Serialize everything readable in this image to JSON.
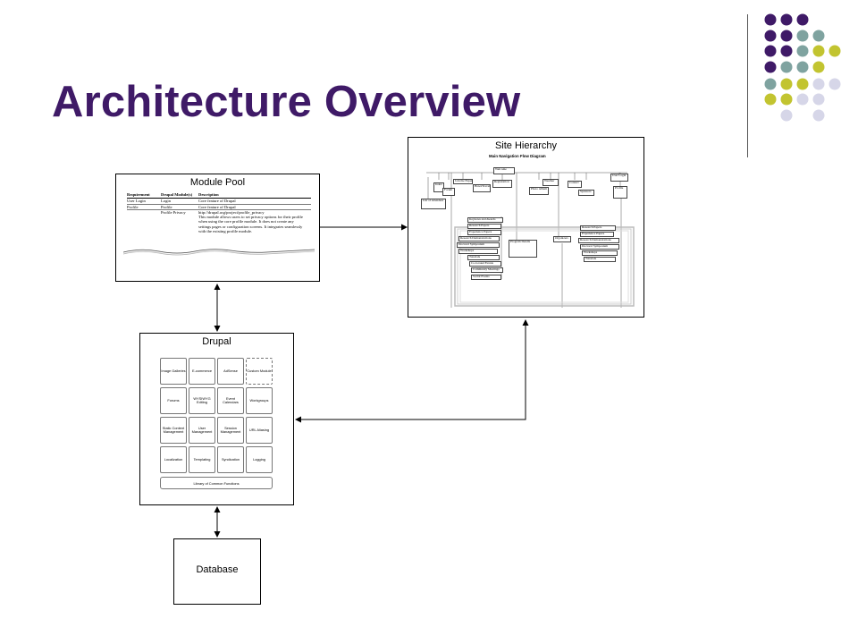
{
  "slide": {
    "title": "Architecture Overview"
  },
  "palette": {
    "purple": "#3f1a67",
    "teal": "#7fa3a0",
    "lime": "#c2c430",
    "lavender": "#d6d6e8"
  },
  "module_pool": {
    "title": "Module Pool",
    "headers": [
      "Requirement",
      "Drupal Module(s)",
      "Description"
    ],
    "rows": [
      [
        "User Login",
        "Login",
        "Core feature of Drupal"
      ],
      [
        "Profile",
        "Profile",
        "Core feature of Drupal"
      ],
      [
        "",
        "Profile Privacy",
        "http://drupal.org/project/profile_privacy"
      ],
      [
        "",
        "",
        "This module allows users to set privacy options for their profile"
      ],
      [
        "",
        "",
        "when using the core profile module. It does not create any"
      ],
      [
        "",
        "",
        "settings pages or configuration screens. It integrates seamlessly"
      ],
      [
        "",
        "",
        "with the existing profile module."
      ]
    ]
  },
  "site_hierarchy": {
    "title": "Site Hierarchy",
    "diagram_title": "Main Navigation Flow Diagram",
    "nodes": [
      "Welcome",
      "Index",
      "Forum",
      "List of Attendees",
      "Join the Expert",
      "Hotel/Travel",
      "Registration",
      "Photo Album",
      "Weather",
      "Contact",
      "Sponsors",
      "User Login",
      "Profile",
      "Keynotes and Awards",
      "Research Papers",
      "Experience Papers",
      "Research Demonstrations",
      "Doctoral Symposium",
      "Workshops",
      "Tutorials",
      "Co-located Events",
      "Community Meetings",
      "Social Events",
      "Program Details",
      "Organizers",
      "Research Papers",
      "Experience Papers",
      "Research Demonstrations",
      "Doctoral Symposium",
      "Workshops",
      "Tutorials"
    ]
  },
  "drupal": {
    "title": "Drupal",
    "modules": [
      [
        "Image Galleries",
        "E-commerce",
        "AdSense",
        "Custom Module"
      ],
      [
        "Forums",
        "WYSIWYG Editing",
        "Event Calendars",
        "Workgroups"
      ],
      [
        "Static Content Management",
        "User Management",
        "Session Management",
        "URL Aliasing"
      ],
      [
        "Localization",
        "Templating",
        "Syndication",
        "Logging"
      ]
    ],
    "library": "Library of Common Functions"
  },
  "database": {
    "title": "Database"
  }
}
